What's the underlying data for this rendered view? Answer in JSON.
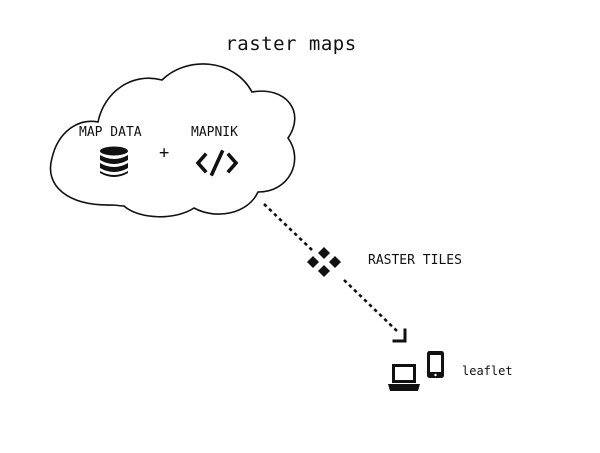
{
  "title": "raster maps",
  "cloud": {
    "left_label": "MAP DATA",
    "operator": "+",
    "right_label": "MAPNIK",
    "left_icon": "database-icon",
    "right_icon": "code-icon"
  },
  "flow": {
    "label": "RASTER TILES",
    "icon": "tiles-icon",
    "arrow_icon": "arrow-down-right-icon"
  },
  "client": {
    "label": "leaflet",
    "icons": [
      "laptop-icon",
      "smartphone-icon"
    ]
  },
  "colors": {
    "ink": "#111111",
    "background": "#ffffff"
  }
}
